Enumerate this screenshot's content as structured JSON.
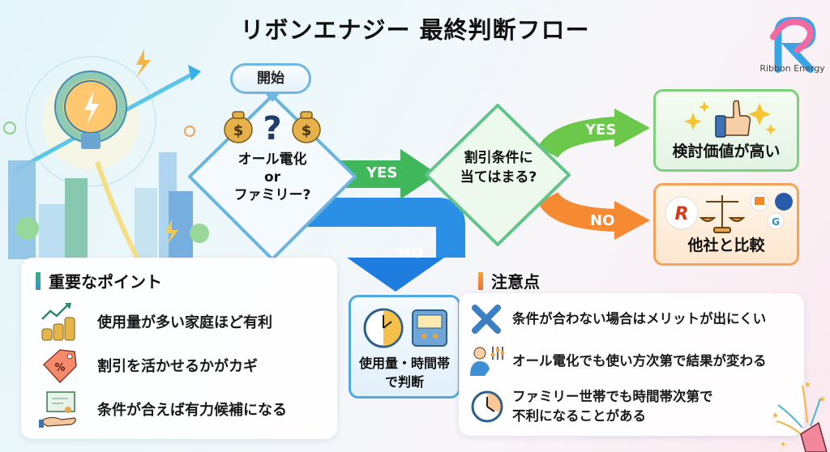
{
  "title": "リボンエナジー 最終判断フロー",
  "brand": {
    "name": "Ribbon Energy",
    "logo_icon": "ribbon-r-logo",
    "colors": {
      "pink": "#ef6aa0",
      "blue": "#3aa5e6"
    }
  },
  "flow": {
    "start": {
      "label": "開始"
    },
    "decision1": {
      "line1": "オール電化",
      "line2": "or",
      "line3": "ファミリー?",
      "icons": [
        "money-bag-icon",
        "question-mark-icon",
        "money-bag-icon"
      ]
    },
    "decision1_yes": "YES",
    "decision1_no": "NO",
    "decision2": {
      "line1": "割引条件に",
      "line2": "当てはまる?"
    },
    "decision2_yes": "YES",
    "decision2_no": "NO",
    "result_good": {
      "label": "検討価値が高い",
      "icons": [
        "sparkle-icon",
        "thumbs-up-icon"
      ]
    },
    "result_compare": {
      "label": "他社と比較",
      "icons": [
        "company-logo-icon",
        "balance-scale-icon"
      ]
    },
    "judge": {
      "line1": "使用量・時間帯",
      "line2": "で判断",
      "icons": [
        "clock-icon",
        "meter-icon"
      ]
    }
  },
  "points": {
    "heading": "重要なポイント",
    "items": [
      {
        "icon": "coins-growth-icon",
        "text": "使用量が多い家庭ほど有利"
      },
      {
        "icon": "discount-tag-icon",
        "text": "割引を活かせるかがカギ"
      },
      {
        "icon": "certificate-hand-icon",
        "text": "条件が合えば有力候補になる"
      }
    ]
  },
  "cautions": {
    "heading": "注意点",
    "items": [
      {
        "icon": "cross-icon",
        "text": "条件が合わない場合はメリットが出にくい"
      },
      {
        "icon": "person-settings-icon",
        "text": "オール電化でも使い方次第で結果が変わる"
      },
      {
        "icon": "clock-icon",
        "line1": "ファミリー世帯でも時間帯次第で",
        "line2": "不利になることがある"
      }
    ]
  },
  "colors": {
    "yes_green": "#3fb75a",
    "no_orange": "#f47b2a",
    "no_blue": "#1e7fe0",
    "points_bar": "#3aa58a",
    "caution_bar": "#f47b3a"
  }
}
